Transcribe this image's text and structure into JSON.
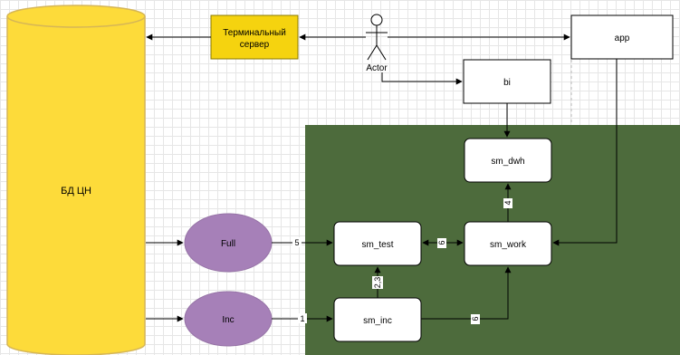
{
  "diagram": {
    "database": {
      "label": "БД ЦН"
    },
    "terminal_server": {
      "label_line1": "Терминальный",
      "label_line2": "сервер"
    },
    "actor": {
      "label": "Actor"
    },
    "app": {
      "label": "app"
    },
    "bi": {
      "label": "bi"
    },
    "sm_dwh": {
      "label": "sm_dwh"
    },
    "sm_test": {
      "label": "sm_test"
    },
    "sm_work": {
      "label": "sm_work"
    },
    "sm_inc": {
      "label": "sm_inc"
    },
    "full": {
      "label": "Full"
    },
    "inc": {
      "label": "Inc"
    },
    "edge_labels": {
      "full_to_sm_test": "5",
      "inc_to_sm_inc": "1",
      "sm_inc_to_sm_test": "2,3",
      "sm_test_sm_work": "6",
      "sm_work_to_sm_dwh": "4",
      "sm_inc_to_sm_work": "6"
    },
    "colors": {
      "database_fill": "#fddb3a",
      "database_stroke": "#d6b656",
      "terminal_fill": "#f5d30f",
      "ellipse_fill": "#a680b8",
      "ellipse_stroke": "#9673a6",
      "zone_fill": "#4d6b3c",
      "box_fill": "#ffffff",
      "line": "#000000"
    }
  }
}
